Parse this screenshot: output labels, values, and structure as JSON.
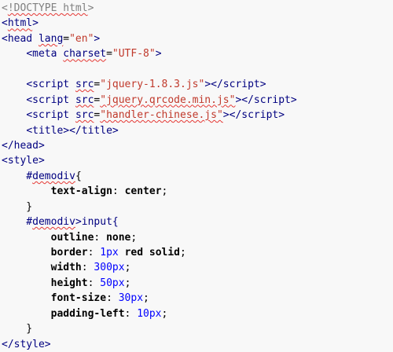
{
  "lines": [
    [
      {
        "t": "<",
        "c": "doctype"
      },
      {
        "t": "!DOCTYPE ",
        "c": "doctype",
        "u": true
      },
      {
        "t": "html",
        "c": "doctype",
        "u": true
      },
      {
        "t": ">",
        "c": "doctype"
      }
    ],
    [
      {
        "t": "<",
        "c": "bracket"
      },
      {
        "t": "html",
        "c": "tag",
        "u": true
      },
      {
        "t": ">",
        "c": "bracket"
      }
    ],
    [
      {
        "t": "<",
        "c": "bracket"
      },
      {
        "t": "head",
        "c": "tag"
      },
      {
        "t": " "
      },
      {
        "t": "lang",
        "c": "attr",
        "u": true
      },
      {
        "t": "="
      },
      {
        "t": "\"en\"",
        "c": "val"
      },
      {
        "t": ">",
        "c": "bracket"
      }
    ],
    [
      {
        "t": "    "
      },
      {
        "t": "<",
        "c": "bracket"
      },
      {
        "t": "meta",
        "c": "tag"
      },
      {
        "t": " "
      },
      {
        "t": "charset",
        "c": "attr",
        "u": true
      },
      {
        "t": "="
      },
      {
        "t": "\"UTF-8\"",
        "c": "val"
      },
      {
        "t": ">",
        "c": "bracket"
      }
    ],
    [],
    [
      {
        "t": "    "
      },
      {
        "t": "<",
        "c": "bracket"
      },
      {
        "t": "script",
        "c": "tag"
      },
      {
        "t": " "
      },
      {
        "t": "src",
        "c": "attr",
        "u": true
      },
      {
        "t": "="
      },
      {
        "t": "\"jquery-1.8.3.js\"",
        "c": "val"
      },
      {
        "t": "></",
        "c": "bracket"
      },
      {
        "t": "script",
        "c": "tag"
      },
      {
        "t": ">",
        "c": "bracket"
      }
    ],
    [
      {
        "t": "    "
      },
      {
        "t": "<",
        "c": "bracket"
      },
      {
        "t": "script",
        "c": "tag"
      },
      {
        "t": " "
      },
      {
        "t": "src",
        "c": "attr",
        "u": true
      },
      {
        "t": "="
      },
      {
        "t": "\"jquery.qrcode.min.js\"",
        "c": "val",
        "u": true
      },
      {
        "t": "></",
        "c": "bracket"
      },
      {
        "t": "script",
        "c": "tag"
      },
      {
        "t": ">",
        "c": "bracket"
      }
    ],
    [
      {
        "t": "    "
      },
      {
        "t": "<",
        "c": "bracket"
      },
      {
        "t": "script",
        "c": "tag"
      },
      {
        "t": " "
      },
      {
        "t": "src",
        "c": "attr",
        "u": true
      },
      {
        "t": "="
      },
      {
        "t": "\"handler-chinese.js\"",
        "c": "val",
        "u": true
      },
      {
        "t": "></",
        "c": "bracket"
      },
      {
        "t": "script",
        "c": "tag"
      },
      {
        "t": ">",
        "c": "bracket"
      }
    ],
    [
      {
        "t": "    "
      },
      {
        "t": "<",
        "c": "bracket"
      },
      {
        "t": "title",
        "c": "tag"
      },
      {
        "t": "></",
        "c": "bracket"
      },
      {
        "t": "title",
        "c": "tag"
      },
      {
        "t": ">",
        "c": "bracket"
      }
    ],
    [
      {
        "t": "</",
        "c": "bracket"
      },
      {
        "t": "head",
        "c": "tag"
      },
      {
        "t": ">",
        "c": "bracket"
      }
    ],
    [
      {
        "t": "<",
        "c": "bracket"
      },
      {
        "t": "style",
        "c": "tag"
      },
      {
        "t": ">",
        "c": "bracket"
      }
    ],
    [
      {
        "t": "    #",
        "c": "sel"
      },
      {
        "t": "demodiv",
        "c": "sel",
        "u": true
      },
      {
        "t": "{",
        "c": "text"
      }
    ],
    [
      {
        "t": "        "
      },
      {
        "t": "text-align",
        "c": "prop"
      },
      {
        "t": ": "
      },
      {
        "t": "center",
        "c": "prop"
      },
      {
        "t": ";"
      }
    ],
    [
      {
        "t": "    }"
      }
    ],
    [
      {
        "t": "    #",
        "c": "sel"
      },
      {
        "t": "demodiv",
        "c": "sel",
        "u": true
      },
      {
        "t": ">input{",
        "c": "sel"
      }
    ],
    [
      {
        "t": "        "
      },
      {
        "t": "outline",
        "c": "prop"
      },
      {
        "t": ": "
      },
      {
        "t": "none",
        "c": "prop"
      },
      {
        "t": ";"
      }
    ],
    [
      {
        "t": "        "
      },
      {
        "t": "border",
        "c": "prop"
      },
      {
        "t": ": "
      },
      {
        "t": "1px",
        "c": "num"
      },
      {
        "t": " "
      },
      {
        "t": "red solid",
        "c": "prop"
      },
      {
        "t": ";"
      }
    ],
    [
      {
        "t": "        "
      },
      {
        "t": "width",
        "c": "prop"
      },
      {
        "t": ": "
      },
      {
        "t": "300px",
        "c": "num"
      },
      {
        "t": ";"
      }
    ],
    [
      {
        "t": "        "
      },
      {
        "t": "height",
        "c": "prop"
      },
      {
        "t": ": "
      },
      {
        "t": "50px",
        "c": "num"
      },
      {
        "t": ";"
      }
    ],
    [
      {
        "t": "        "
      },
      {
        "t": "font-size",
        "c": "prop"
      },
      {
        "t": ": "
      },
      {
        "t": "30px",
        "c": "num"
      },
      {
        "t": ";"
      }
    ],
    [
      {
        "t": "        "
      },
      {
        "t": "padding-left",
        "c": "prop"
      },
      {
        "t": ": "
      },
      {
        "t": "10px",
        "c": "num"
      },
      {
        "t": ";"
      }
    ],
    [
      {
        "t": "    }"
      }
    ],
    [
      {
        "t": "</",
        "c": "bracket"
      },
      {
        "t": "style",
        "c": "tag"
      },
      {
        "t": ">",
        "c": "bracket"
      }
    ]
  ]
}
